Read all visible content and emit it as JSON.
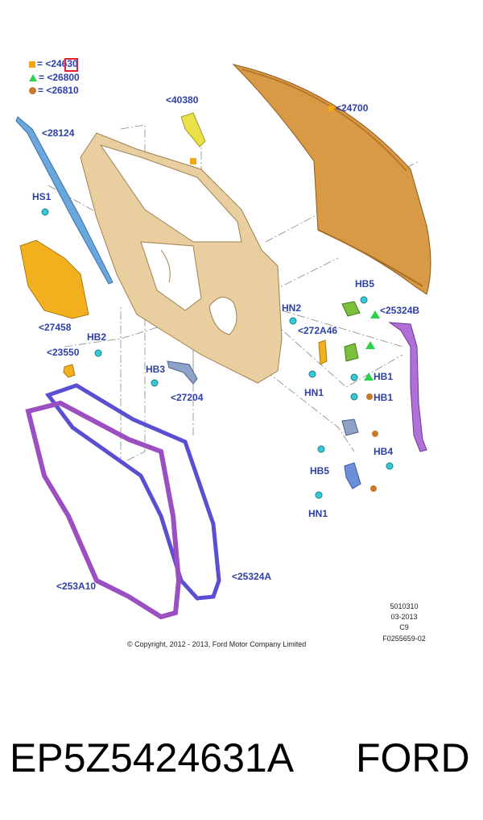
{
  "legend": [
    {
      "shape": "square",
      "color": "#f0a71a",
      "text": "= <24630"
    },
    {
      "shape": "triangle",
      "color": "#2ad34a",
      "text": "= <26800"
    },
    {
      "shape": "circle",
      "color": "#c77a2a",
      "text": "= <26810"
    }
  ],
  "labels": {
    "l40380": "<40380",
    "l24700": "<24700",
    "l28124": "<28124",
    "hs1": "HS1",
    "l27458": "<27458",
    "hb2": "HB2",
    "l23550": "<23550",
    "hb5_top": "HB5",
    "l25324b": "<25324B",
    "hn2": "HN2",
    "l272a46": "<272A46",
    "hb3": "HB3",
    "l27204": "<27204",
    "hn1_mid": "HN1",
    "hb1_a": "HB1",
    "hb1_b": "HB1",
    "hb4": "HB4",
    "hb5_bot": "HB5",
    "hn1_bot": "HN1",
    "l25324a": "<25324A",
    "l253a10": "<253A10"
  },
  "ref_codes": [
    "5010310",
    "03-2013",
    "C9",
    "F0255659-02"
  ],
  "copyright": "© Copyright, 2012 - 2013, Ford Motor Company Limited",
  "footer": {
    "part_number": "EP5Z5424631A",
    "brand": "FORD"
  },
  "colors": {
    "label": "#2e3fa8",
    "door_skin": "#d99a45",
    "seal_purple": "#9b4fc0",
    "seal_blue": "#5a4fd0",
    "bracket_yellow": "#f2b01e",
    "highlight": "#e0232c"
  }
}
